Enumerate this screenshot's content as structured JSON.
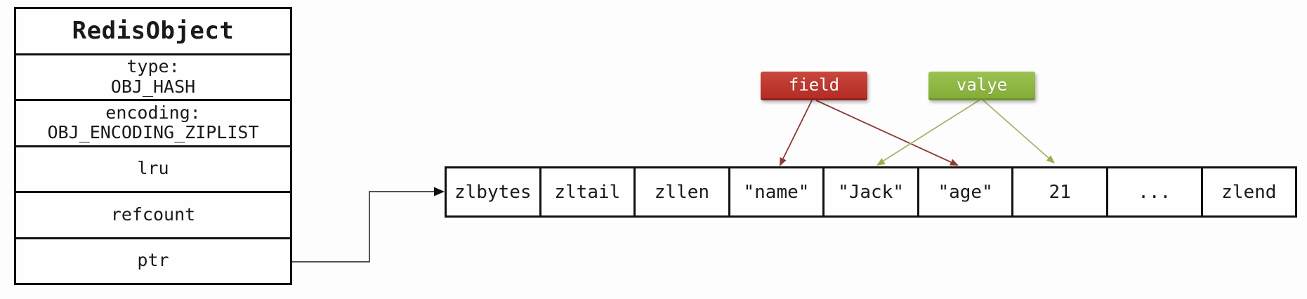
{
  "redis_object": {
    "title": "RedisObject",
    "rows": [
      {
        "line1": "type:",
        "line2": "OBJ_HASH"
      },
      {
        "line1": "encoding:",
        "line2": "OBJ_ENCODING_ZIPLIST"
      },
      {
        "line1": "lru"
      },
      {
        "line1": "refcount"
      },
      {
        "line1": "ptr"
      }
    ]
  },
  "ziplist": {
    "cells": [
      "zlbytes",
      "zltail",
      "zllen",
      "\"name\"",
      "\"Jack\"",
      "\"age\"",
      "21",
      "...",
      "zlend"
    ]
  },
  "annotations": {
    "field_label": "field",
    "value_label": "valye"
  },
  "colors": {
    "field_badge": "#bf3129",
    "value_badge": "#8db33e",
    "field_arrow": "#8e3a36",
    "value_arrow": "#a9b266",
    "box_border": "#111111"
  }
}
